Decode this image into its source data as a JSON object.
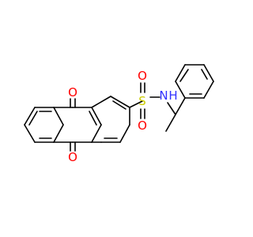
{
  "atoms": {
    "o_top": {
      "label": "O",
      "color": "#ff0000"
    },
    "o_bottom": {
      "label": "O",
      "color": "#ff0000"
    },
    "s": {
      "label": "S",
      "color": "#cccc00"
    },
    "o_s_top": {
      "label": "O",
      "color": "#ff0000"
    },
    "o_s_bottom": {
      "label": "O",
      "color": "#ff0000"
    },
    "n": {
      "label": "N",
      "color": "#3333ff"
    },
    "h": {
      "label": "H",
      "color": "#3333ff"
    }
  }
}
